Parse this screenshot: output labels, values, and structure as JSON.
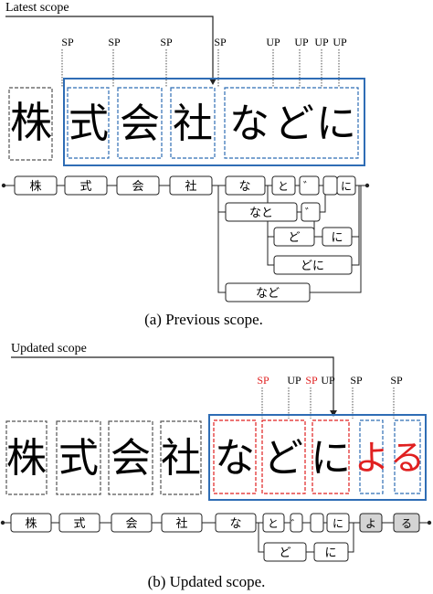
{
  "colors": {
    "scope": "#2f6db5",
    "dashed_blue": "#2f6db5",
    "dashed_gray": "#555555",
    "red": "#e02020",
    "node_gray": "#d4d4d4",
    "stroke": "#222222"
  },
  "part_a": {
    "scope_label": "Latest scope",
    "marks": [
      "SP",
      "SP",
      "SP",
      "SP",
      "UP",
      "UP",
      "UP",
      "UP"
    ],
    "characters": [
      "株",
      "式",
      "会",
      "社",
      "な",
      "ど",
      "に"
    ],
    "lattice_main": [
      "株",
      "式",
      "会",
      "社",
      "な",
      "と",
      "゛",
      "に"
    ],
    "lattice_alt": [
      "なと",
      "゛",
      "ど",
      "に",
      "どに",
      "など"
    ],
    "caption": "(a) Previous scope."
  },
  "part_b": {
    "scope_label": "Updated scope",
    "marks": [
      "SP",
      "UP",
      "SP",
      "UP",
      "SP",
      "SP"
    ],
    "characters": [
      "株",
      "式",
      "会",
      "社",
      "な",
      "ど",
      "に",
      "よ",
      "る"
    ],
    "lattice_main": [
      "株",
      "式",
      "会",
      "社",
      "な",
      "と",
      "゛",
      "に",
      "よ",
      "る"
    ],
    "lattice_alt": [
      "ど",
      "に"
    ],
    "caption": "(b) Updated scope."
  }
}
